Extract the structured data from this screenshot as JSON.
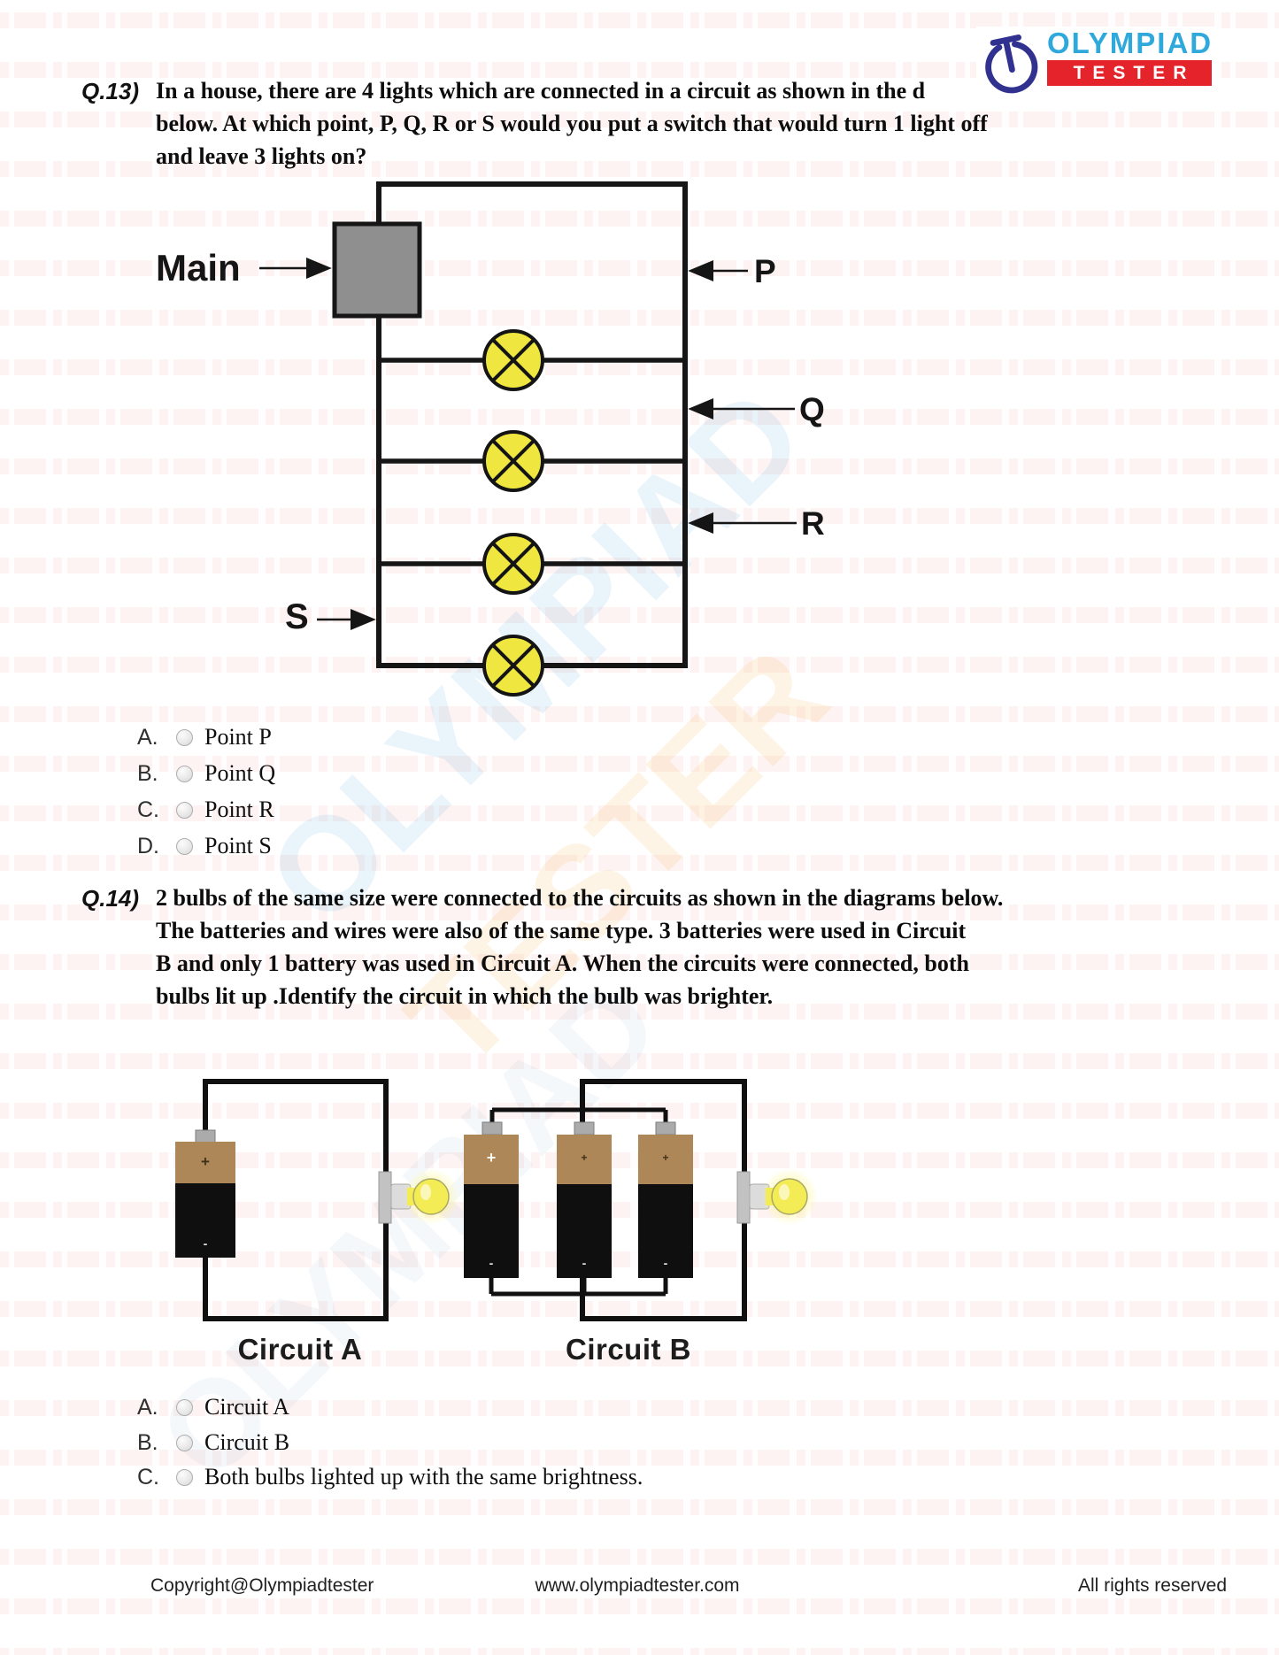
{
  "logo": {
    "brand_top": "OLYMPIAD",
    "brand_bottom": "TESTER"
  },
  "watermark": {
    "diag_blue": "OLYMPIAD",
    "diag_orange": "TESTER",
    "diag_blue2": "OLYMPIAD"
  },
  "q13": {
    "number": "Q.13)",
    "lines": [
      "In a house, there are 4 lights which are connected in a circuit as shown in the d",
      "below. At which point, P, Q, R or S would you put a switch that  would turn 1 light off",
      "and leave 3 lights on?"
    ],
    "figure": {
      "main_label": "Main",
      "point_p": "P",
      "point_q": "Q",
      "point_r": "R",
      "point_s": "S",
      "bulb_count": 4
    },
    "options": [
      {
        "letter": "A.",
        "text": "Point P"
      },
      {
        "letter": "B.",
        "text": "Point Q"
      },
      {
        "letter": "C.",
        "text": "Point R"
      },
      {
        "letter": "D.",
        "text": "Point S"
      }
    ]
  },
  "q14": {
    "number": "Q.14)",
    "lines": [
      "2 bulbs of the same size were connected to the circuits as shown in the diagrams below.",
      "The batteries and wires were also of the same type. 3 batteries were used in Circuit",
      "B and only 1 battery was used in Circuit A. When the circuits were connected, both",
      "bulbs lit up .Identify the circuit in which the bulb was brighter."
    ],
    "figure": {
      "caption_a": "Circuit A",
      "caption_b": "Circuit B",
      "battery_plus": "+",
      "battery_minus": "-",
      "batteries_a": 1,
      "batteries_b": 3
    },
    "options": [
      {
        "letter": "A.",
        "text": "Circuit A"
      },
      {
        "letter": "B.",
        "text": "Circuit B"
      },
      {
        "letter": "C.",
        "text": "Both bulbs lighted up with the same brightness."
      }
    ]
  },
  "footer": {
    "left": "Copyright@Olympiadtester",
    "center": "www.olympiadtester.com",
    "right": "All rights reserved"
  },
  "colors": {
    "logo_blue": "#2FA8DC",
    "logo_red": "#E4232B",
    "icon_indigo": "#31318F",
    "bulb_symbol_yellow": "#EFE73F",
    "battery_brown": "#AD8758",
    "switch_box_gray": "#8F8F8F"
  }
}
